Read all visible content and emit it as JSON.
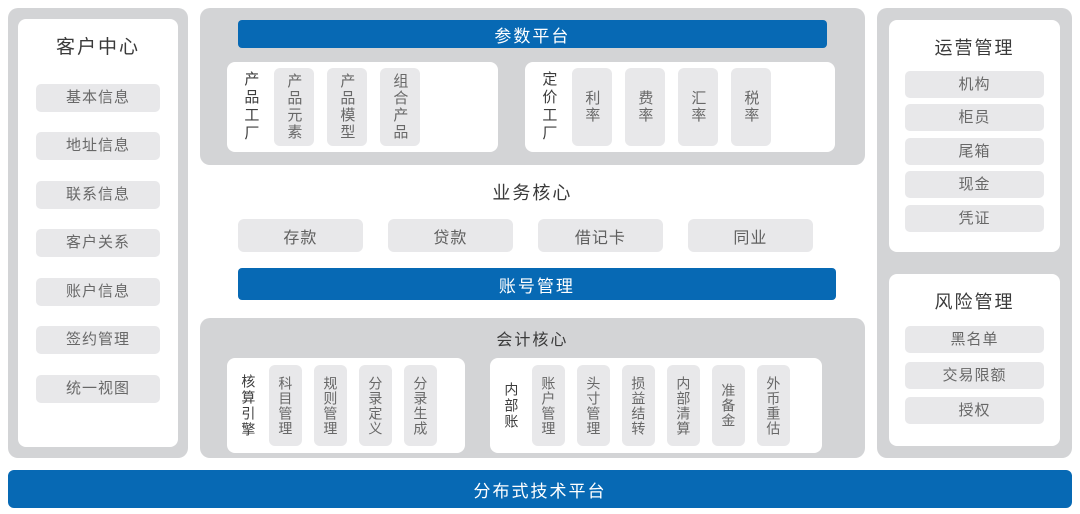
{
  "colors": {
    "accent_blue": "#0769b4",
    "panel_gray": "#d3d4d6",
    "tile_gray": "#e8e8ea"
  },
  "left_panel": {
    "title": "客户中心",
    "items": [
      "基本信息",
      "地址信息",
      "联系信息",
      "客户关系",
      "账户信息",
      "签约管理",
      "统一视图"
    ]
  },
  "center": {
    "param_platform": {
      "title": "参数平台",
      "groups": [
        {
          "label": "产品工厂",
          "items": [
            "产品元素",
            "产品模型",
            "组合产品"
          ]
        },
        {
          "label": "定价工厂",
          "items": [
            "利率",
            "费率",
            "汇率",
            "税率"
          ]
        }
      ]
    },
    "business_core": {
      "title": "业务核心",
      "items": [
        "存款",
        "贷款",
        "借记卡",
        "同业"
      ]
    },
    "account_mgmt": {
      "title": "账号管理"
    },
    "accounting_core": {
      "title": "会计核心",
      "groups": [
        {
          "label": "核算引擎",
          "items": [
            "科目管理",
            "规则管理",
            "分录定义",
            "分录生成"
          ]
        },
        {
          "label": "内部账",
          "items": [
            "账户管理",
            "头寸管理",
            "损益结转",
            "内部清算",
            "准备金",
            "外币重估"
          ]
        }
      ]
    }
  },
  "right_panel": {
    "sections": [
      {
        "title": "运营管理",
        "items": [
          "机构",
          "柜员",
          "尾箱",
          "现金",
          "凭证"
        ]
      },
      {
        "title": "风险管理",
        "items": [
          "黑名单",
          "交易限额",
          "授权"
        ]
      }
    ]
  },
  "bottom_bar": {
    "title": "分布式技术平台"
  }
}
